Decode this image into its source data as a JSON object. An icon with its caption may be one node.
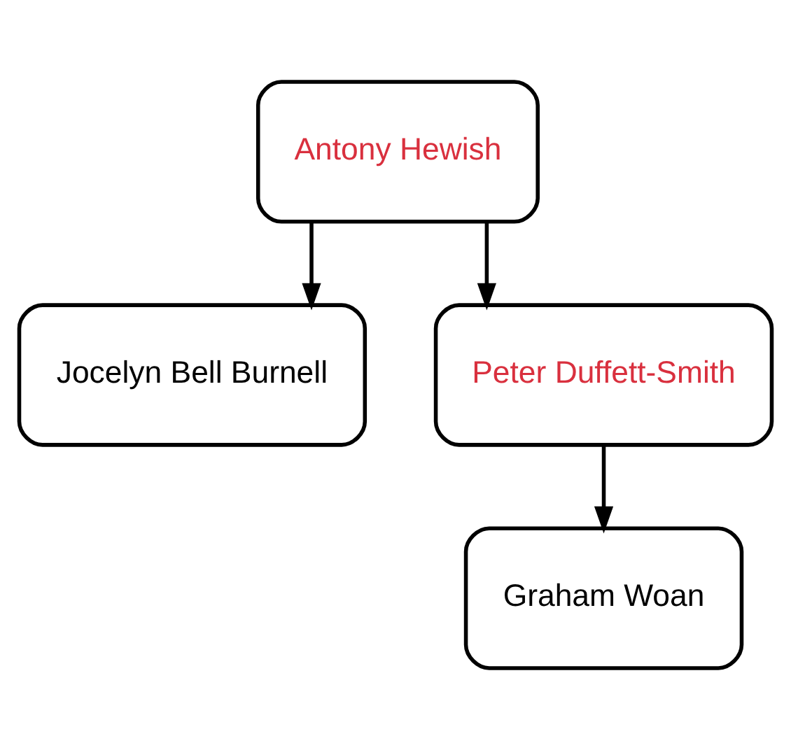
{
  "diagram": {
    "nodes": [
      {
        "text": [
          "Antony Hewish"
        ]
      },
      {
        "text": [
          "Jocelyn Bell Burnell"
        ]
      },
      {
        "text": [
          "Peter Duffett-Smith"
        ]
      },
      {
        "text": [
          "Graham Woan"
        ]
      }
    ],
    "edges": [
      {
        "from": 0,
        "to": 1,
        "arrow": "to"
      },
      {
        "from": 0,
        "to": 2,
        "arrow": "to"
      },
      {
        "from": 2,
        "to": 3,
        "arrow": "to"
      }
    ]
  }
}
